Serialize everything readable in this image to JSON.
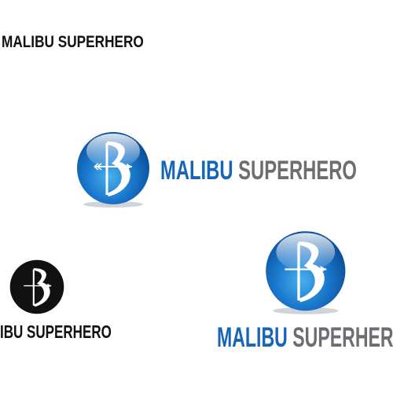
{
  "brand": {
    "name_part1": "MALIBU",
    "name_part2": "SUPERHERO",
    "black_wordmark_top": "MALIBU SUPERHERO",
    "black_wordmark_bottom": "IBU SUPERHERO"
  },
  "colors": {
    "blue": "#1565b8",
    "blue_light": "#4fb3f0",
    "grey": "#6d6e71",
    "black": "#111111",
    "white": "#ffffff"
  },
  "icons": {
    "emblem": "b-bow-arrow-icon"
  }
}
